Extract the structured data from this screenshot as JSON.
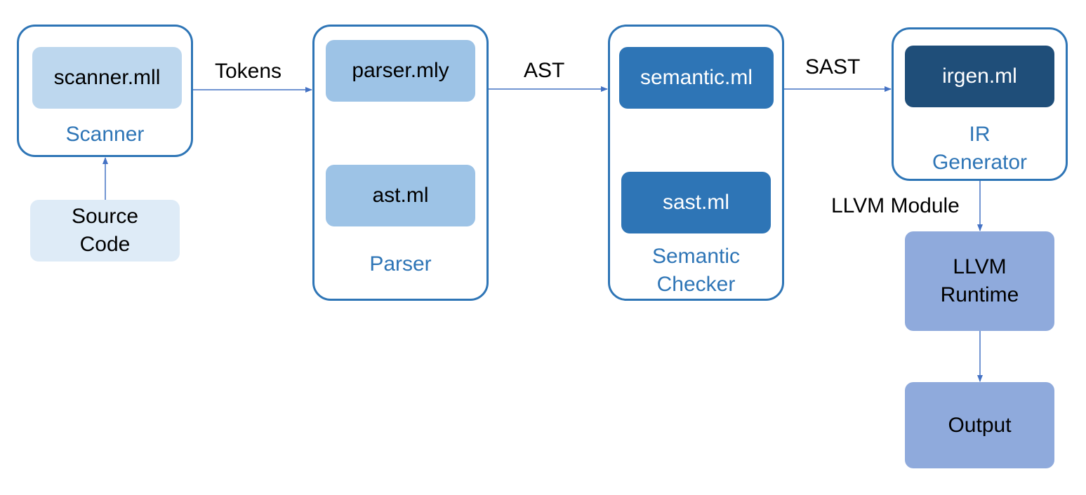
{
  "colors": {
    "group_border": "#2e75b6",
    "group_label": "#2e75b6",
    "arrow": "#4472c4",
    "light_box": "#bdd7ee",
    "mid_box": "#9dc3e6",
    "dark_box": "#2e75b6",
    "darker_box": "#1f4e79",
    "pale_box": "#deebf7",
    "lavender_box": "#8faadc"
  },
  "groups": {
    "scanner": {
      "label": "Scanner",
      "files": [
        "scanner.mll"
      ]
    },
    "parser": {
      "label": "Parser",
      "files": [
        "parser.mly",
        "ast.ml"
      ]
    },
    "semantic": {
      "label": "Semantic\nChecker",
      "files": [
        "semantic.ml",
        "sast.ml"
      ]
    },
    "irgen": {
      "label": "IR\nGenerator",
      "files": [
        "irgen.ml"
      ]
    }
  },
  "nodes": {
    "source": "Source\nCode",
    "runtime": "LLVM\nRuntime",
    "output": "Output"
  },
  "edges": {
    "tokens": "Tokens",
    "ast": "AST",
    "sast": "SAST",
    "llvm_module": "LLVM Module"
  }
}
